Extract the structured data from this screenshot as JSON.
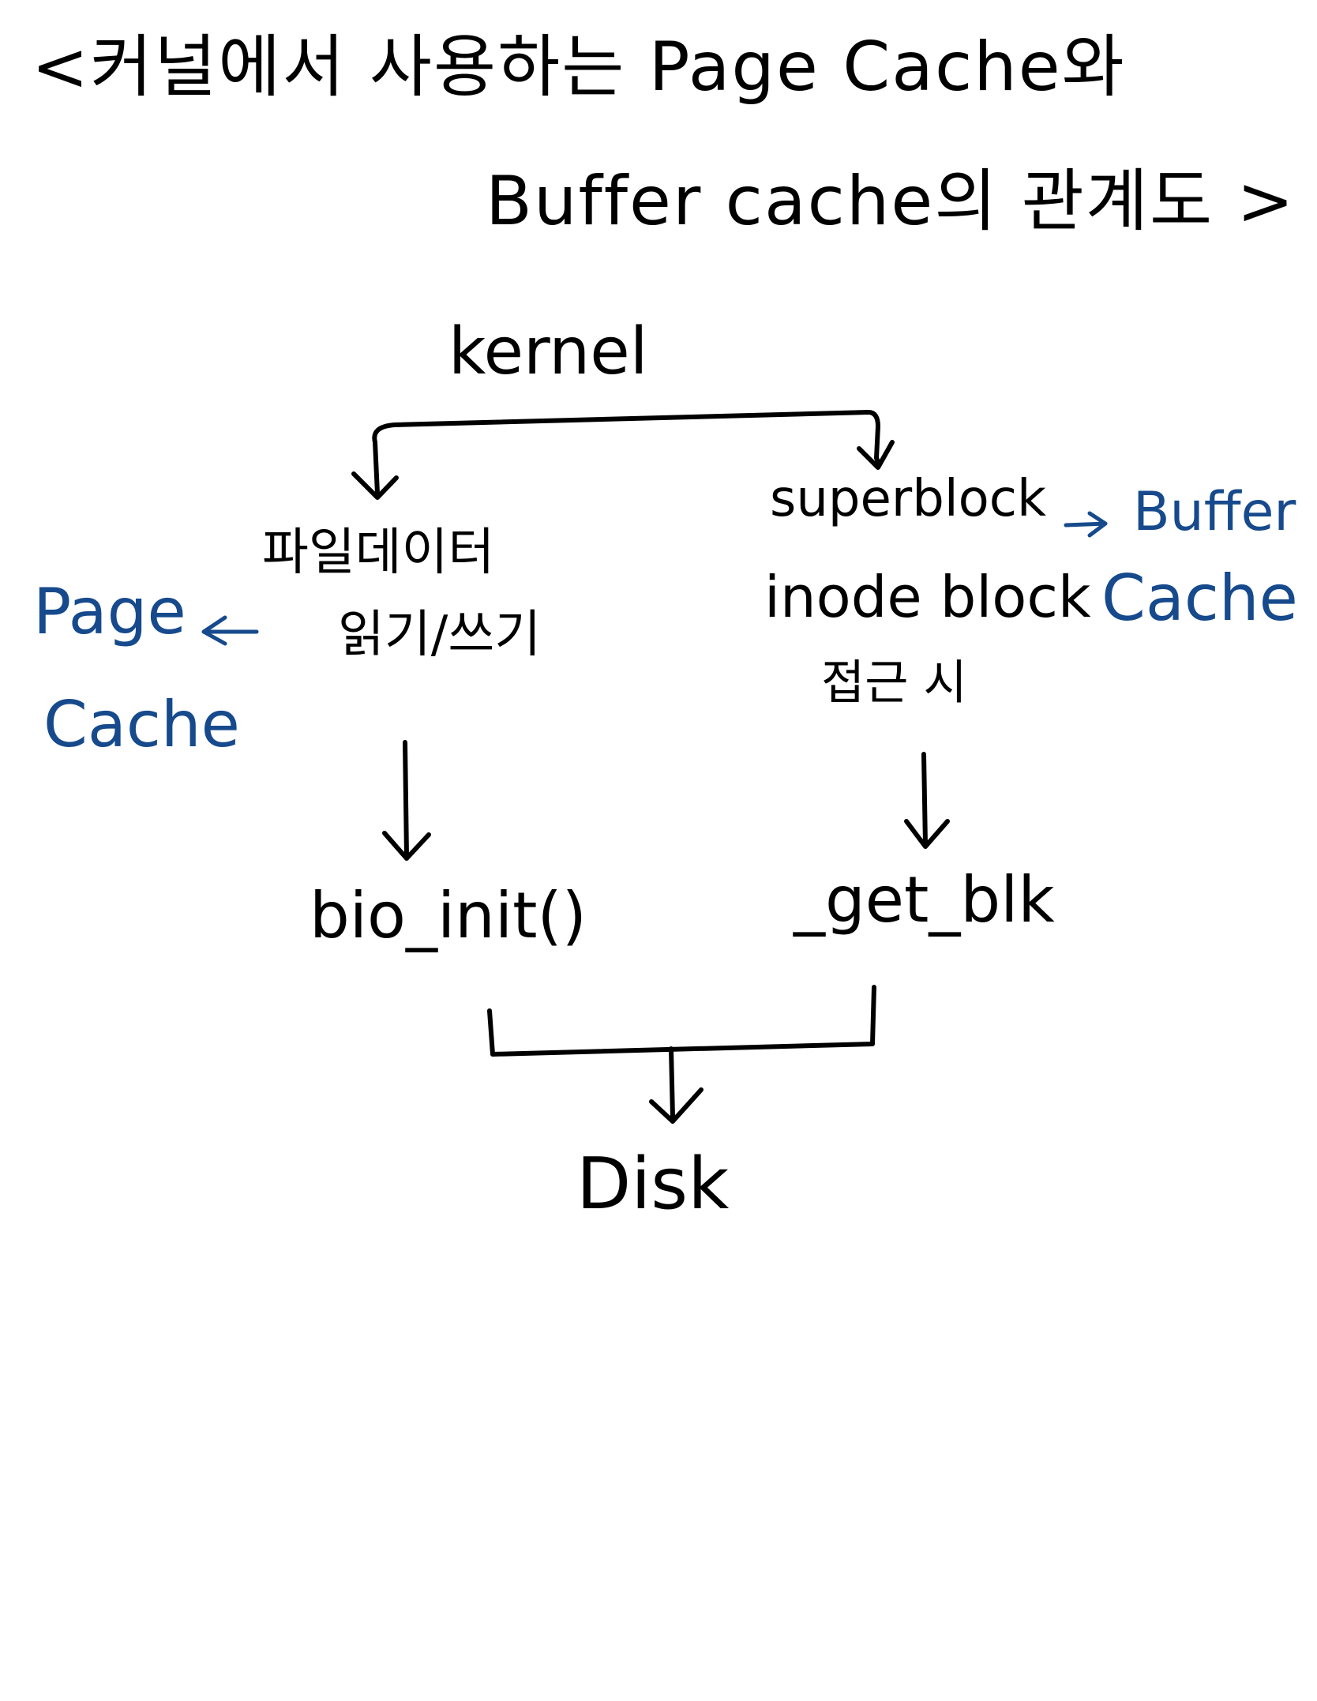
{
  "colors": {
    "ink": "#000000",
    "annotation": "#164a8c"
  },
  "title": {
    "line1": "<커널에서 사용하는 Page Cache와",
    "line2": "Buffer cache의 관계도 >"
  },
  "nodes": {
    "kernel": "kernel",
    "file_io": {
      "line1": "파일데이터",
      "line2": "읽기/쓰기"
    },
    "page_cache": {
      "line1": "Page",
      "line2": "Cache"
    },
    "superblock": {
      "line1": "superblock",
      "line2": "inode block",
      "line3": "접근 시"
    },
    "buffer_cache": {
      "line1": "Buffer",
      "line2": "Cache"
    },
    "bio_init": "bio_init()",
    "get_blk": "_get_blk",
    "disk": "Disk"
  }
}
